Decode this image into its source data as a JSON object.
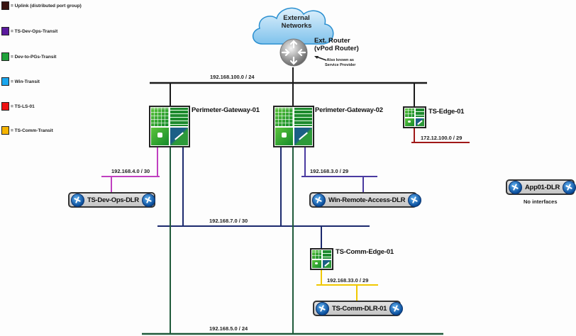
{
  "legend": [
    {
      "label": "= Uplink (distributed port group)",
      "color": "#3a1410"
    },
    {
      "label": "= TS-Dev-Ops-Transit",
      "color": "#5b1a9e"
    },
    {
      "label": "= Dev-to-PGs-Transit",
      "color": "#1fa23a"
    },
    {
      "label": "= Win-Transit",
      "color": "#1aa6ee"
    },
    {
      "label": "= TS-LS-01",
      "color": "#ee1111"
    },
    {
      "label": "= TS-Comm-Transit",
      "color": "#f5b400"
    }
  ],
  "cloud": {
    "line1": "External",
    "line2": "Networks"
  },
  "ext_router": {
    "line1": "Ext. Router",
    "line2": "(vPod Router)",
    "note_line1": "Also known as",
    "note_line2": "Service Provider"
  },
  "networks": {
    "uplink": "192.168.100.0 / 24",
    "ts_edge_uplink": "172.12.100.0 / 29",
    "dev_ops": "192.168.4.0 / 30",
    "win": "192.168.3.0 / 29",
    "transit7": "192.168.7.0 / 30",
    "comm": "192.168.33.0 / 29",
    "dev_pgs": "192.168.5.0 / 24"
  },
  "edges": {
    "pg1": "Perimeter-Gateway-01",
    "pg2": "Perimeter-Gateway-02",
    "ts_edge": "TS-Edge-01",
    "ts_comm_edge": "TS-Comm-Edge-01"
  },
  "dlrs": {
    "dev_ops": "TS-Dev-Ops-DLR",
    "win": "Win-Remote-Access-DLR",
    "app01": "App01-DLR",
    "app01_note": "No interfaces",
    "comm": "TS-Comm-DLR-01"
  },
  "colors": {
    "uplink": "#1a1a1a",
    "ts_ls": "#a01818",
    "dev_ops": "#c040c0",
    "win": "#4a3aa0",
    "transit7": "#1c2a6e",
    "comm": "#f0c800",
    "dev_pgs": "#1f5a3a"
  }
}
